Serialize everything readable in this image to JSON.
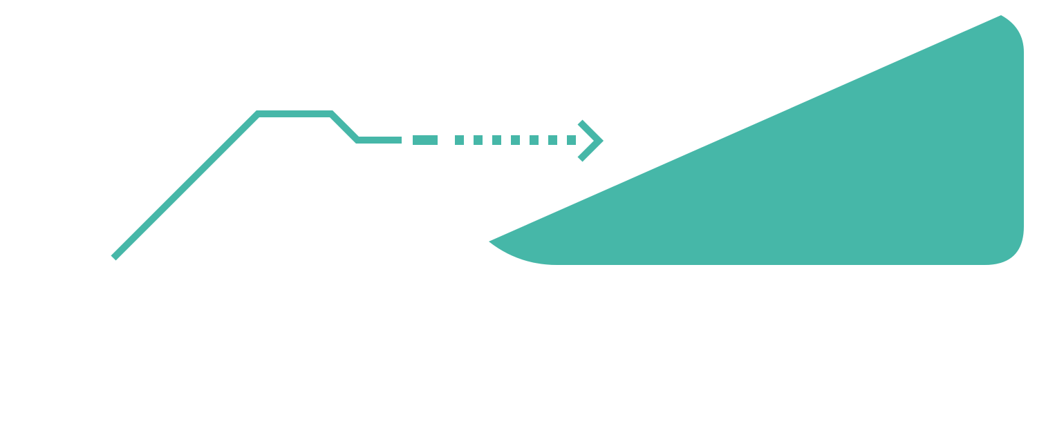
{
  "colors": {
    "background": "#ffffff",
    "accent": "#46b7a8"
  },
  "shapes": {
    "path_line": {
      "kind": "polyline-solid"
    },
    "path_dashes": {
      "kind": "dashed-continuation",
      "pattern": "long-then-short"
    },
    "arrowhead": {
      "kind": "chevron-right-icon"
    },
    "wedge": {
      "kind": "rounded-right-triangle"
    }
  }
}
